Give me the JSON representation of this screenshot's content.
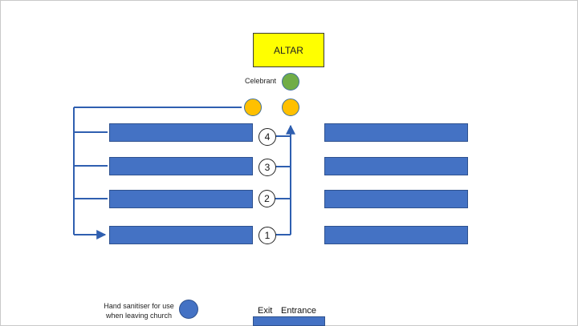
{
  "altar": {
    "label": "ALTAR",
    "color": "#ffff00"
  },
  "celebrant": {
    "label": "Celebrant",
    "color": "#70ad47"
  },
  "ministers": {
    "color": "#ffc000"
  },
  "pews": {
    "color": "#4472c4",
    "left_count": 4,
    "right_count": 4
  },
  "row_numbers": [
    "4",
    "3",
    "2",
    "1"
  ],
  "sanitiser": {
    "line1": "Hand sanitiser for use",
    "line2": "when leaving church",
    "color": "#4472c4"
  },
  "doors": {
    "exit": "Exit",
    "entrance": "Entrance"
  },
  "flow": {
    "arrow_color": "#2f5fb0"
  }
}
